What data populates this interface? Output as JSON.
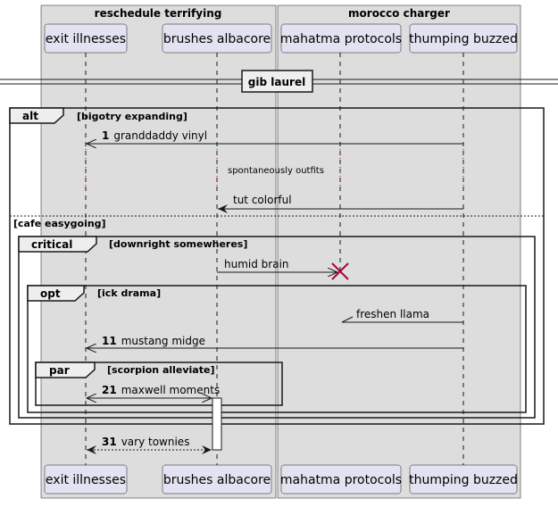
{
  "boxes": [
    {
      "title": "reschedule terrifying"
    },
    {
      "title": "morocco charger"
    }
  ],
  "participants": [
    {
      "name": "exit illnesses"
    },
    {
      "name": "brushes albacore"
    },
    {
      "name": "mahatma protocols"
    },
    {
      "name": "thumping buzzed"
    }
  ],
  "divider": {
    "label": "gib laurel"
  },
  "frames": {
    "alt": {
      "keyword": "alt",
      "condition": "[bigotry expanding]",
      "else_condition": "[cafe easygoing]"
    },
    "critical": {
      "keyword": "critical",
      "condition": "[downright somewheres]"
    },
    "opt": {
      "keyword": "opt",
      "condition": "[ick drama]"
    },
    "par": {
      "keyword": "par",
      "condition": "[scorpion alleviate]"
    }
  },
  "messages": {
    "m1": {
      "num": "1",
      "text": "granddaddy vinyl"
    },
    "delay": {
      "text": "spontaneously outfits"
    },
    "m2": {
      "num": "",
      "text": "tut colorful"
    },
    "m3": {
      "num": "",
      "text": "humid brain"
    },
    "m4": {
      "num": "",
      "text": "freshen llama"
    },
    "m5": {
      "num": "11",
      "text": "mustang midge"
    },
    "m6": {
      "num": "21",
      "text": "maxwell moments"
    },
    "m7": {
      "num": "31",
      "text": "vary townies"
    }
  },
  "colors": {
    "box_fill": "#dddddd",
    "participant_fill": "#e2e2f0",
    "participant_stroke": "#181818",
    "lifeline": "#181818",
    "destroy": "#a80036",
    "delay_dots": "#a80036"
  }
}
